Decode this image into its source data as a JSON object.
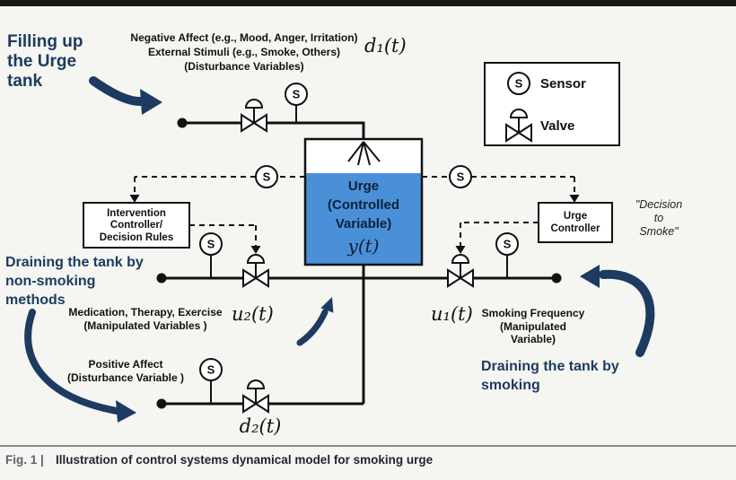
{
  "legend": {
    "sensor_symbol": "S",
    "sensor_label": "Sensor",
    "valve_label": "Valve"
  },
  "tank": {
    "line1": "Urge",
    "line2": "(Controlled",
    "line3": "Variable)",
    "signal": "y(t)"
  },
  "inflow": {
    "line1": "Negative Affect (e.g., Mood, Anger, Irritation)",
    "line2": "External Stimuli (e.g., Smoke, Others)",
    "line3": "(Disturbance Variables)",
    "signal": "d₁(t)"
  },
  "positive_affect": {
    "line1": "Positive Affect",
    "line2": "(Disturbance Variable )",
    "signal": "d₂(t)"
  },
  "nonsmoking_flow": {
    "line1": "Medication, Therapy, Exercise",
    "line2": "(Manipulated Variables )",
    "signal": "u₂(t)"
  },
  "smoking_flow": {
    "signal": "u₁(t)",
    "line1": "Smoking Frequency",
    "line2": "(Manipulated",
    "line3": "Variable)"
  },
  "intervention_controller": {
    "line1": "Intervention",
    "line2": "Controller/",
    "line3": "Decision Rules"
  },
  "urge_controller": {
    "line1": "Urge",
    "line2": "Controller"
  },
  "decision_note": {
    "line1": "\"Decision",
    "line2": "to",
    "line3": "Smoke\""
  },
  "annotations": {
    "filling": {
      "line1": "Filling up",
      "line2": "the Urge",
      "line3": "tank"
    },
    "nonsmoking": {
      "line1": "Draining the tank by",
      "line2": "non-smoking",
      "line3": "methods"
    },
    "smoking": {
      "line1": "Draining the tank by",
      "line2": "smoking"
    }
  },
  "caption": {
    "label": "Fig. 1 |",
    "text": "Illustration of control systems dynamical model for smoking urge"
  },
  "colors": {
    "annotation": "#1d3b60",
    "tank_fill": "#4a90d9",
    "line": "#111111"
  }
}
